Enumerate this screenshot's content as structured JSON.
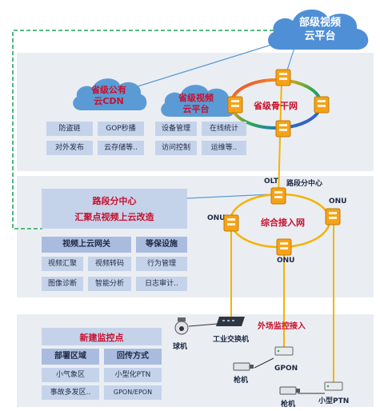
{
  "top_cloud": {
    "line1": "部级视频",
    "line2": "云平台"
  },
  "provincial": {
    "cdn_cloud": {
      "line1": "省级公有",
      "line2": "云CDN"
    },
    "video_cloud": {
      "line1": "省级视频",
      "line2": "云平台"
    },
    "backbone": "省级骨干网",
    "cdn_features": [
      "防盗链",
      "GOP秒播",
      "对外发布",
      "云存储等.."
    ],
    "video_features": [
      "设备管理",
      "在线统计",
      "访问控制",
      "运维等.."
    ]
  },
  "section": {
    "center_title": "路段分中心",
    "center_subtitle": "汇聚点视频上云改造",
    "olt_label": "OLT",
    "center_label": "路段分中心",
    "onu_labels": [
      "ONU",
      "ONU",
      "ONU"
    ],
    "access_ring": "综合接入网",
    "group_headers": [
      "视频上云网关",
      "等保设施"
    ],
    "features": [
      "视频汇聚",
      "视频转码",
      "行为管理",
      "图像诊断",
      "智能分析",
      "日志审计.."
    ]
  },
  "field": {
    "title": "新建监控点",
    "table_headers": [
      "部署区域",
      "回传方式"
    ],
    "rows": [
      [
        "小气象区",
        "小型化PTN"
      ],
      [
        "事故多发区..",
        "GPON/EPON"
      ]
    ],
    "access_label": "外场监控接入",
    "ball_camera": "球机",
    "switch": "工业交换机",
    "gpon": "GPON",
    "gun_camera_1": "枪机",
    "gun_camera_2": "枪机",
    "ptn": "小型PTN"
  },
  "colors": {
    "panel": "#eaeef3",
    "accent_red": "#c8102e",
    "chip": "#c5d3ea",
    "chip_header": "#a9bce0",
    "link_yellow": "#f5b301",
    "link_blue": "#5b9bd5",
    "dashed_green": "#1fa85a"
  },
  "icons": [
    "cloud-icon",
    "router-icon",
    "camera-icon",
    "switch-icon"
  ]
}
